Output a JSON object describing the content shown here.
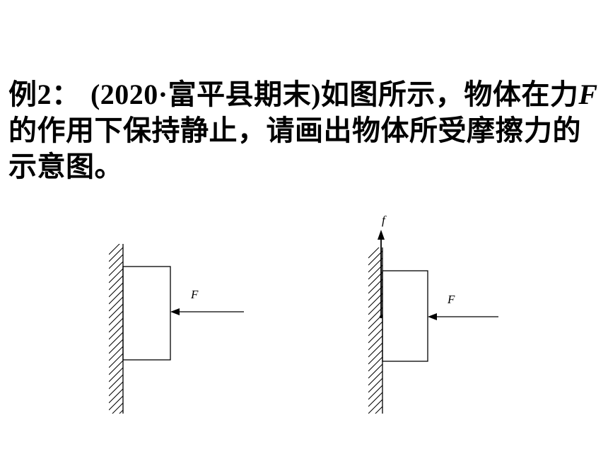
{
  "question": {
    "prefix": "例2：",
    "source": "(2020·富平县期末)",
    "text_a": "如图所示，物体在力",
    "force_symbol": "F",
    "text_b": "的作用下保持静止，请画出物体所受摩擦力的示意图。"
  },
  "figure_left": {
    "force_label": "F"
  },
  "figure_right": {
    "force_label": "F",
    "friction_label": "f"
  },
  "colors": {
    "text": "#000000",
    "line": "#000000",
    "background": "#ffffff"
  }
}
